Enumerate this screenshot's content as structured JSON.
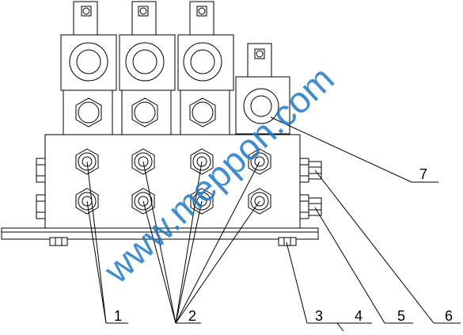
{
  "labels": {
    "l1": "1",
    "l2": "2",
    "l3": "3",
    "l4": "4",
    "l5": "5",
    "l6": "6",
    "l7": "7"
  },
  "watermark": {
    "text": "www.meppon.com",
    "color": "#1f78c8"
  }
}
